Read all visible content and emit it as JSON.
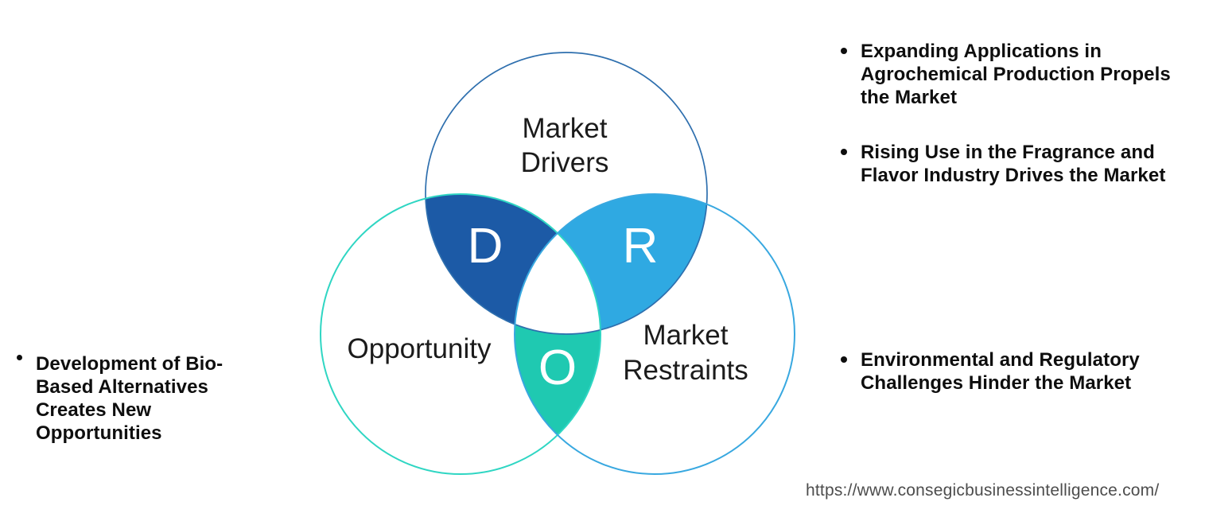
{
  "venn": {
    "drivers": {
      "label_line1": "Market",
      "label_line2": "Drivers",
      "letter": "D"
    },
    "restraints": {
      "label_line1": "Market",
      "label_line2": "Restraints",
      "letter": "R"
    },
    "opportunity": {
      "label": "Opportunity",
      "letter": "O"
    },
    "colors": {
      "drivers_fill": "#1C5AA6",
      "restraints_fill": "#2FA9E2",
      "opportunity_fill": "#1FC9B1",
      "drivers_stroke": "#2E6FAE",
      "opportunity_stroke": "#2FD6C3",
      "restraints_stroke": "#38A8E0",
      "letter_color": "#FFFFFF",
      "label_color": "#1B1B1B"
    }
  },
  "annotations": {
    "left": [
      "Development of Bio-Based Alternatives Creates New Opportunities"
    ],
    "right": [
      "Expanding Applications in Agrochemical Production Propels the Market",
      "Rising Use in the Fragrance and Flavor Industry Drives the Market",
      "Environmental and Regulatory Challenges Hinder the Market"
    ]
  },
  "footer": {
    "source_url": "https://www.consegicbusinessintelligence.com/"
  }
}
